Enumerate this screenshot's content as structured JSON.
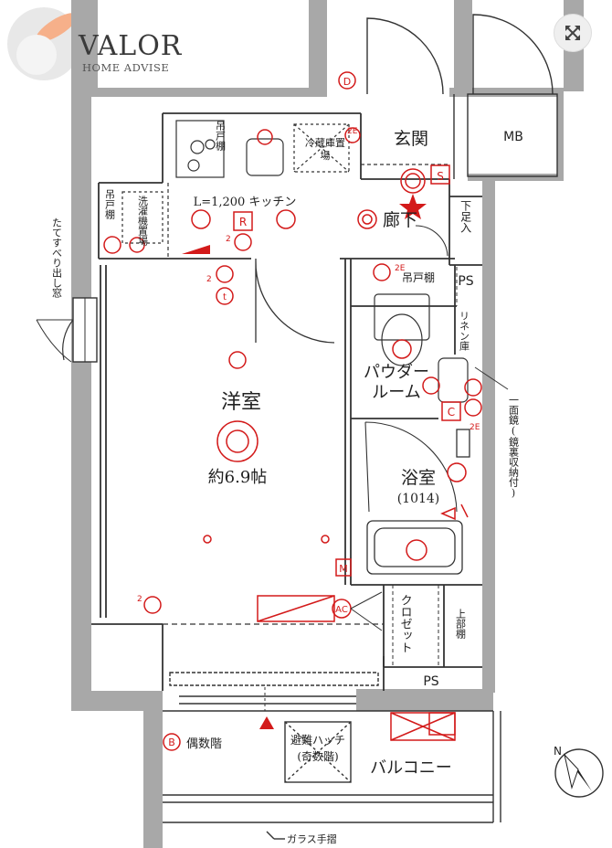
{
  "logo": {
    "name": "VALOR",
    "tagline": "HOME ADVISE"
  },
  "controls": {
    "expand_icon": "expand-arrows-icon"
  },
  "rooms": {
    "genkan": "玄関",
    "mb": "MB",
    "kitchen_label": "L=1,200 キッチン",
    "corridor": "廊下",
    "youshitsu": "洋室",
    "youshitsu_size": "約6.9帖",
    "powder_1": "パウダー",
    "powder_2": "ルーム",
    "bath": "浴室",
    "bath_size": "(1014)",
    "balcony": "バルコニー",
    "ps_top": "PS",
    "ps_bottom": "PS"
  },
  "vertical_labels": {
    "tsuritodana_kitchen": "吊戸棚",
    "fridge": "冷蔵庫置場",
    "tsuritodana_laundry": "吊戸棚",
    "laundry": "洗濯機置場",
    "shoe": "下足入",
    "linen": "リネン庫",
    "closet": "クロゼット",
    "upper_shelf": "上部棚",
    "mirror": "一面鏡(鏡裏収納付)",
    "window": "たてすべり出し窓"
  },
  "labels": {
    "tsuritodana_powder": "吊戸棚",
    "even_floor": "偶数階",
    "hatch_1": "避難ハッチ",
    "hatch_2": "(奇数階)",
    "glass_rail": "ガラス手摺"
  },
  "symbols": {
    "D": "D",
    "R": "R",
    "S": "S",
    "C": "C",
    "M": "M",
    "AC": "AC",
    "B": "B",
    "t": "t",
    "e2": "2E",
    "n2": "2",
    "north": "N"
  }
}
